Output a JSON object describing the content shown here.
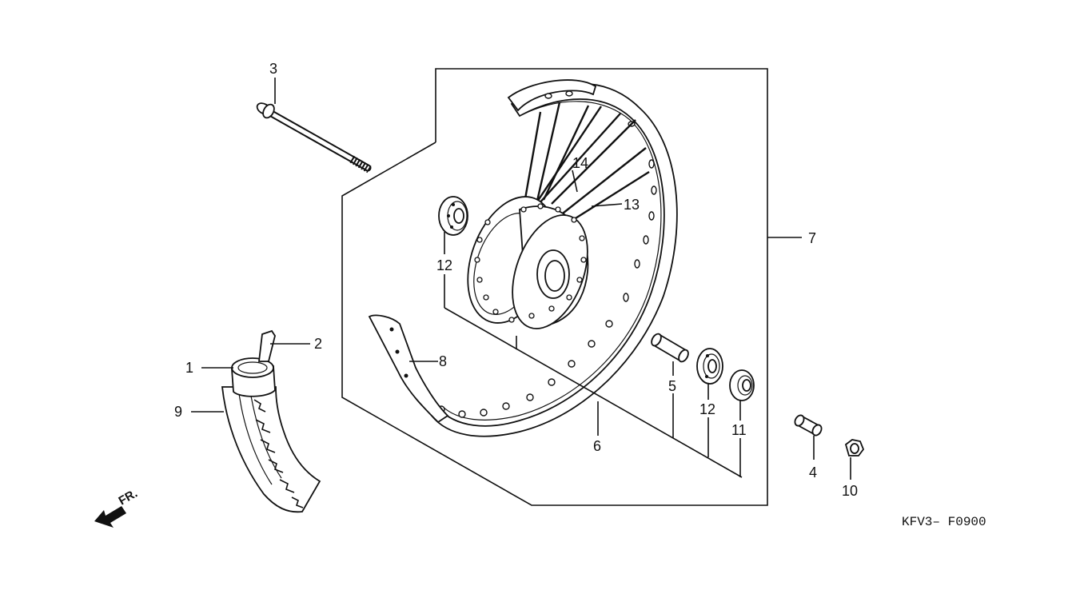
{
  "callouts": {
    "c1": "1",
    "c2": "2",
    "c3": "3",
    "c4": "4",
    "c5": "5",
    "c6": "6",
    "c7": "7",
    "c8": "8",
    "c9": "9",
    "c10": "10",
    "c11": "11",
    "c12a": "12",
    "c12b": "12",
    "c13": "13",
    "c14": "14"
  },
  "direction_label": "FR.",
  "figure_code": "KFV3– F0900"
}
